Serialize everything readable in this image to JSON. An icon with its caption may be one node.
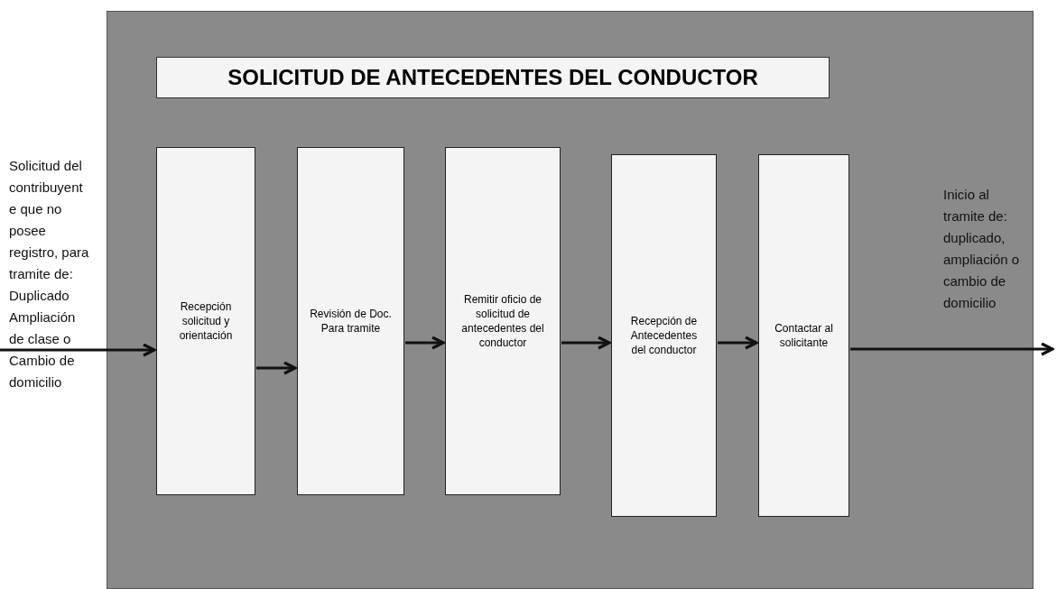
{
  "diagram": {
    "nodes": [
      {
        "text": [],
        "shape": "box"
      },
      {
        "text": [
          "SOLICITUD DE ANTECEDENTES DEL CONDUCTOR"
        ],
        "in": 0
      },
      {
        "text": [
          "Recepción solicitud y orientación"
        ],
        "in": 0
      },
      {
        "text": [
          "Revisión de Doc. Para tramite"
        ],
        "in": 0
      },
      {
        "text": [
          "Remitir oficio de solicitud de antecedentes del conductor"
        ],
        "in": 0
      },
      {
        "text": [
          "Recepción de Antecedentes del conductor"
        ],
        "in": 0
      },
      {
        "text": [
          "Contactar al solicitante"
        ],
        "in": 0
      }
    ],
    "edges": [
      {
        "from": null,
        "to": 2,
        "arrow": "to"
      },
      {
        "from": 2,
        "to": 3,
        "arrow": "to"
      },
      {
        "from": 3,
        "to": 4,
        "arrow": "to"
      },
      {
        "from": 4,
        "to": 5,
        "arrow": "to"
      },
      {
        "from": 5,
        "to": 6,
        "arrow": "to"
      },
      {
        "from": 6,
        "to": null,
        "arrow": "to"
      }
    ],
    "labels": [
      "Solicitud del contribuyente que no posee registro, para tramite de: Duplicado Ampliación de clase o Cambio de domicilio",
      "Inicio al tramite de: duplicado, ampliación o cambio de domicilio"
    ]
  }
}
